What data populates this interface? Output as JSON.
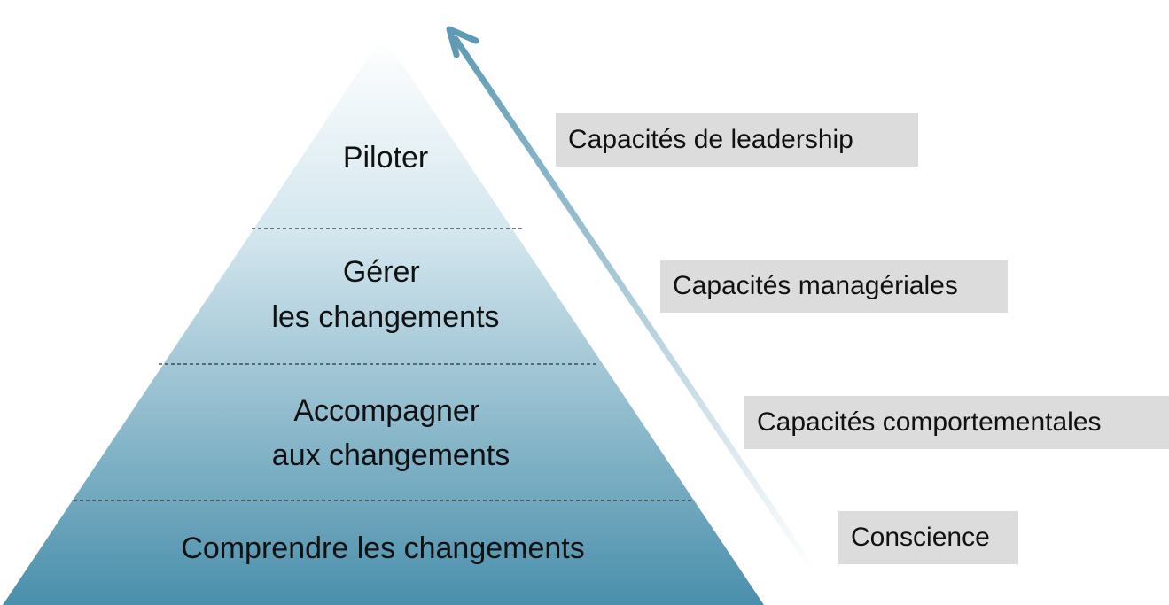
{
  "pyramid": {
    "levels": [
      {
        "lines": [
          "Piloter"
        ]
      },
      {
        "lines": [
          "Gérer",
          "les changements"
        ]
      },
      {
        "lines": [
          "Accompagner",
          "aux changements"
        ]
      },
      {
        "lines": [
          "Comprendre les changements"
        ]
      }
    ],
    "colors": {
      "top": "#ffffff",
      "bottom": "#4a8fab"
    }
  },
  "arrow": {
    "colors": {
      "head": "#5e9ab4",
      "tail": "#ffffff"
    }
  },
  "capabilities": [
    "Capacités de leadership",
    "Capacités managériales",
    "Capacités comportementales",
    "Conscience"
  ]
}
